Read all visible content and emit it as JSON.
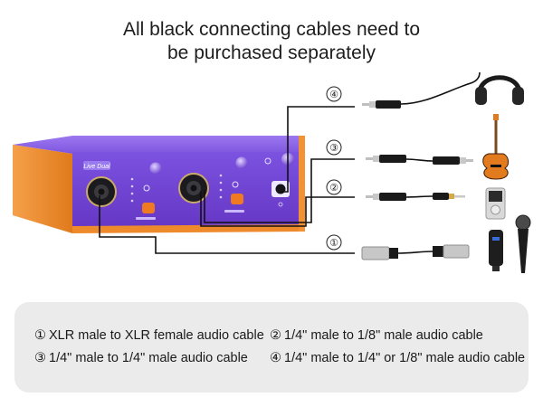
{
  "headline": {
    "line1": "All black connecting cables need to",
    "line2": "be purchased separately"
  },
  "device": {
    "brand_label": "Live Dual",
    "body_color": "#7a4fd6",
    "side_color": "#f08a2c"
  },
  "callouts": [
    {
      "num": "④",
      "target": "headphones-icon"
    },
    {
      "num": "③",
      "target": "guitar-icon"
    },
    {
      "num": "②",
      "target": "phone-icon"
    },
    {
      "num": "①",
      "target": "microphone-icon"
    }
  ],
  "legend": {
    "items": [
      {
        "num": "①",
        "text": "XLR male to XLR female audio cable"
      },
      {
        "num": "②",
        "text": "1/4\" male to 1/8\" male audio cable"
      },
      {
        "num": "③",
        "text": "1/4\" male to 1/4\" male audio cable"
      },
      {
        "num": "④",
        "text": "1/4\" male to 1/4\" or 1/8\" male audio cable"
      }
    ]
  }
}
